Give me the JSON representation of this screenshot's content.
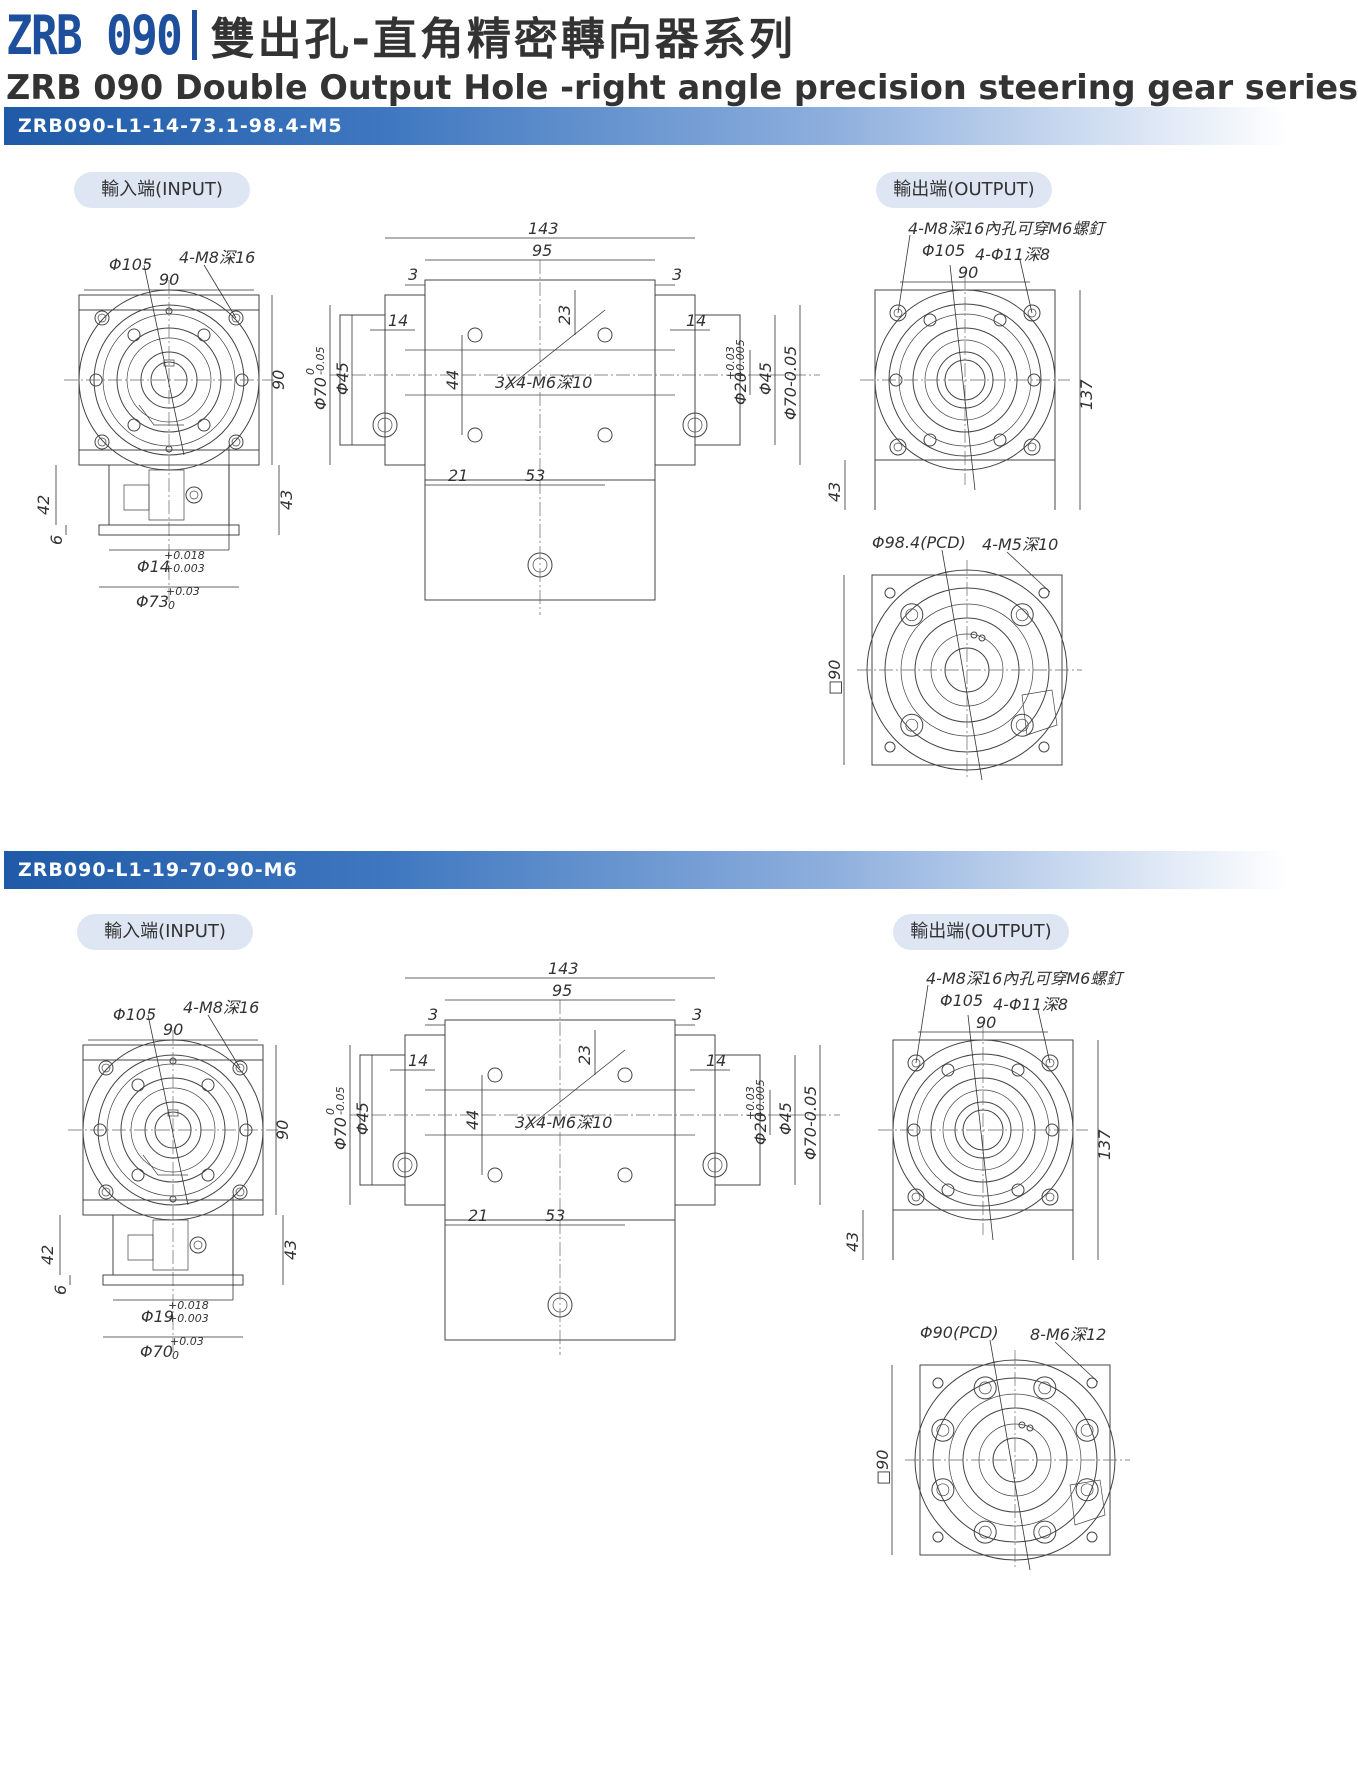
{
  "header": {
    "model": "ZRB 090",
    "title_cn": "雙出孔-直角精密轉向器系列",
    "title_en": "ZRB 090  Double Output Hole -right angle precision steering gear series"
  },
  "sections": [
    {
      "code": "ZRB090-L1-14-73.1-98.4-M5",
      "input_label": "輸入端(INPUT)",
      "output_label": "輸出端(OUTPUT)",
      "input_view": {
        "dia": "Φ105",
        "holes": "4-M8深16",
        "pitch": "90",
        "height": "90",
        "h42": "42",
        "h43": "43",
        "h6": "6",
        "shaft": "Φ14",
        "shaft_tol_up": "+0.018",
        "shaft_tol_lo": "+0.003",
        "spigot": "Φ73",
        "spigot_tol_up": "+0.03",
        "spigot_tol_lo": "0"
      },
      "side_view": {
        "overall": "143",
        "inner": "95",
        "gap_l": "3",
        "gap_r": "3",
        "boss_l": "14",
        "boss_r": "14",
        "hole_off": "23",
        "hole_pitch": "44",
        "threads": "3X4-M6深10",
        "base_off": "21",
        "base_pitch": "53",
        "d70_left": "Φ70",
        "d70_left_tol_up": "0",
        "d70_left_tol_lo": "-0.05",
        "d45_left": "Φ45",
        "bore": "Φ20",
        "bore_tol_up": "+0.03",
        "bore_tol_lo": "+0.005",
        "d45_right": "Φ45",
        "d70_right": "Φ70-0.05"
      },
      "output_view": {
        "holes": "4-M8深16內孔可穿M6螺釘",
        "dia": "Φ105",
        "thru": "4-Φ11深8",
        "pitch": "90",
        "height": "137",
        "h43": "43"
      },
      "flange_view": {
        "pcd": "Φ98.4(PCD)",
        "holes": "4-M5深10",
        "square": "□90",
        "hole_count": 4
      }
    },
    {
      "code": "ZRB090-L1-19-70-90-M6",
      "input_label": "輸入端(INPUT)",
      "output_label": "輸出端(OUTPUT)",
      "input_view": {
        "dia": "Φ105",
        "holes": "4-M8深16",
        "pitch": "90",
        "height": "90",
        "h42": "42",
        "h43": "43",
        "h6": "6",
        "shaft": "Φ19",
        "shaft_tol_up": "+0.018",
        "shaft_tol_lo": "+0.003",
        "spigot": "Φ70",
        "spigot_tol_up": "+0.03",
        "spigot_tol_lo": "0"
      },
      "side_view": {
        "overall": "143",
        "inner": "95",
        "gap_l": "3",
        "gap_r": "3",
        "boss_l": "14",
        "boss_r": "14",
        "hole_off": "23",
        "hole_pitch": "44",
        "threads": "3X4-M6深10",
        "base_off": "21",
        "base_pitch": "53",
        "d70_left": "Φ70",
        "d70_left_tol_up": "0",
        "d70_left_tol_lo": "-0.05",
        "d45_left": "Φ45",
        "bore": "Φ20",
        "bore_tol_up": "+0.03",
        "bore_tol_lo": "+0.005",
        "d45_right": "Φ45",
        "d70_right": "Φ70-0.05"
      },
      "output_view": {
        "holes": "4-M8深16內孔可穿M6螺釘",
        "dia": "Φ105",
        "thru": "4-Φ11深8",
        "pitch": "90",
        "height": "137",
        "h43": "43"
      },
      "flange_view": {
        "pcd": "Φ90(PCD)",
        "holes": "8-M6深12",
        "square": "□90",
        "hole_count": 8
      }
    }
  ]
}
